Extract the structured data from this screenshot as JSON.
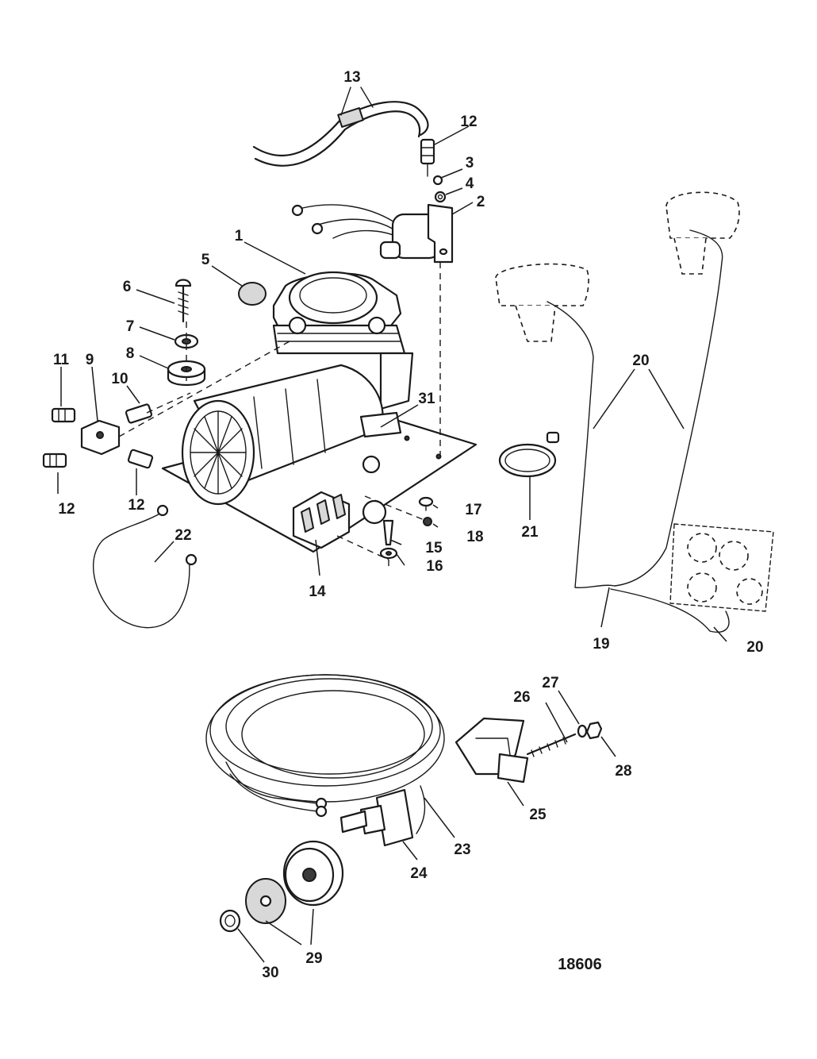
{
  "drawing_number": "18606",
  "callouts": {
    "c1": "1",
    "c2": "2",
    "c3": "3",
    "c4": "4",
    "c5": "5",
    "c6": "6",
    "c7": "7",
    "c8": "8",
    "c9": "9",
    "c10": "10",
    "c11": "11",
    "c12a": "12",
    "c12b": "12",
    "c12c": "12",
    "c13": "13",
    "c14": "14",
    "c15": "15",
    "c16": "16",
    "c17": "17",
    "c18": "18",
    "c19": "19",
    "c20a": "20",
    "c20b": "20",
    "c21": "21",
    "c22": "22",
    "c23": "23",
    "c24": "24",
    "c25": "25",
    "c26": "26",
    "c27": "27",
    "c28": "28",
    "c29": "29",
    "c30": "30",
    "c31": "31"
  }
}
